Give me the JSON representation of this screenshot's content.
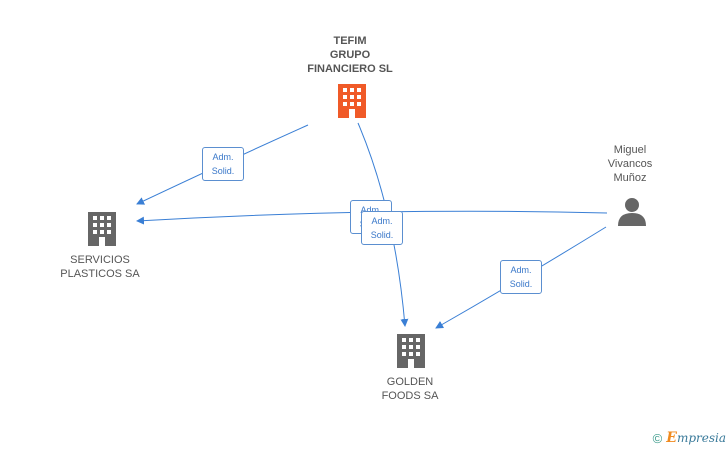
{
  "nodes": {
    "tefim": {
      "label": "TEFIM\nGRUPO\nFINANCIERO SL",
      "color": "#f05a28",
      "kind": "company"
    },
    "servicios": {
      "label": "SERVICIOS\nPLASTICOS SA",
      "color": "#666666",
      "kind": "company"
    },
    "golden": {
      "label": "GOLDEN\nFOODS SA",
      "color": "#666666",
      "kind": "company"
    },
    "miguel": {
      "label": "Miguel\nVivancos\nMuñoz",
      "color": "#666666",
      "kind": "person"
    }
  },
  "edges": [
    {
      "from": "tefim",
      "to": "servicios",
      "label": "Adm.\nSolid."
    },
    {
      "from": "miguel",
      "to": "servicios",
      "label": "Adm.\nSolid."
    },
    {
      "from": "tefim",
      "to": "golden",
      "label": "Adm.\nSolid."
    },
    {
      "from": "miguel",
      "to": "golden",
      "label": "Adm.\nSolid."
    }
  ],
  "colors": {
    "edge": "#3a7fd5"
  },
  "footer": {
    "copyright": "©",
    "brand_initial": "E",
    "brand_rest": "mpresia"
  }
}
